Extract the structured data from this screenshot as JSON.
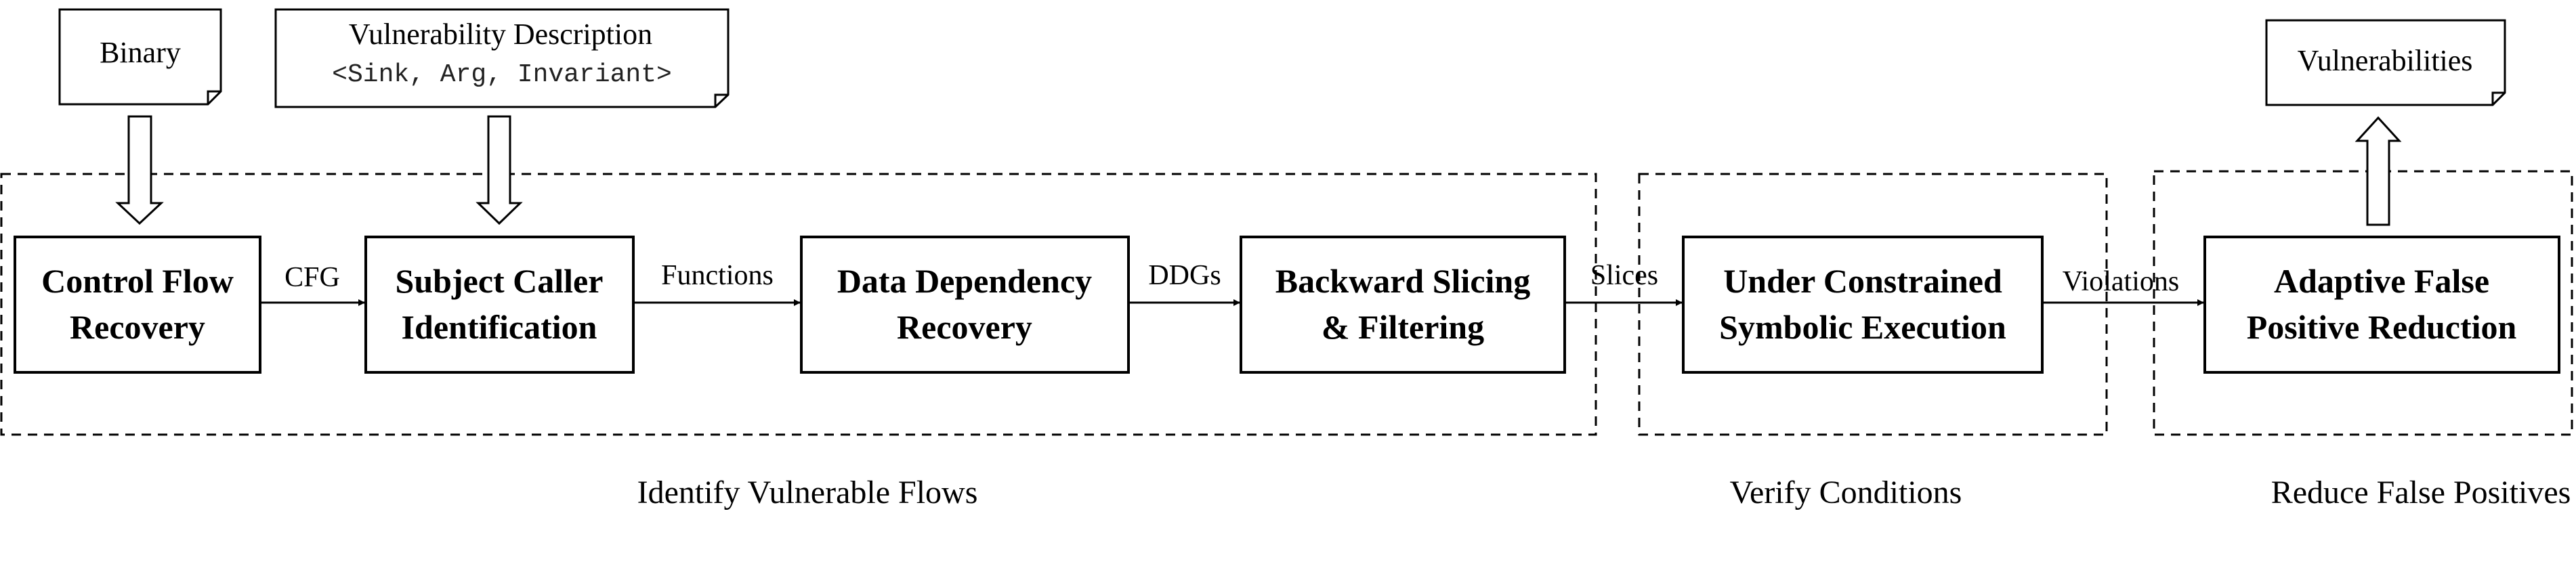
{
  "inputs": {
    "binary": "Binary",
    "vuln_desc_title": "Vulnerability Description",
    "vuln_desc_tuple": "<Sink, Arg, Invariant>"
  },
  "output": {
    "vulnerabilities": "Vulnerabilities"
  },
  "stages": {
    "control_flow": [
      "Control Flow",
      "Recovery"
    ],
    "subject_caller": [
      "Subject Caller",
      "Identification"
    ],
    "data_dependency": [
      "Data Dependency",
      "Recovery"
    ],
    "backward_slicing": [
      "Backward Slicing",
      "& Filtering"
    ],
    "symbolic_execution": [
      "Under Constrained",
      "Symbolic Execution"
    ],
    "false_positive": [
      "Adaptive False",
      "Positive Reduction"
    ]
  },
  "edges": {
    "cfg": "CFG",
    "functions": "Functions",
    "ddgs": "DDGs",
    "slices": "Slices",
    "violations": "Violations"
  },
  "groups": {
    "identify": "Identify Vulnerable Flows",
    "verify": "Verify Conditions",
    "reduce": "Reduce False Positives"
  }
}
